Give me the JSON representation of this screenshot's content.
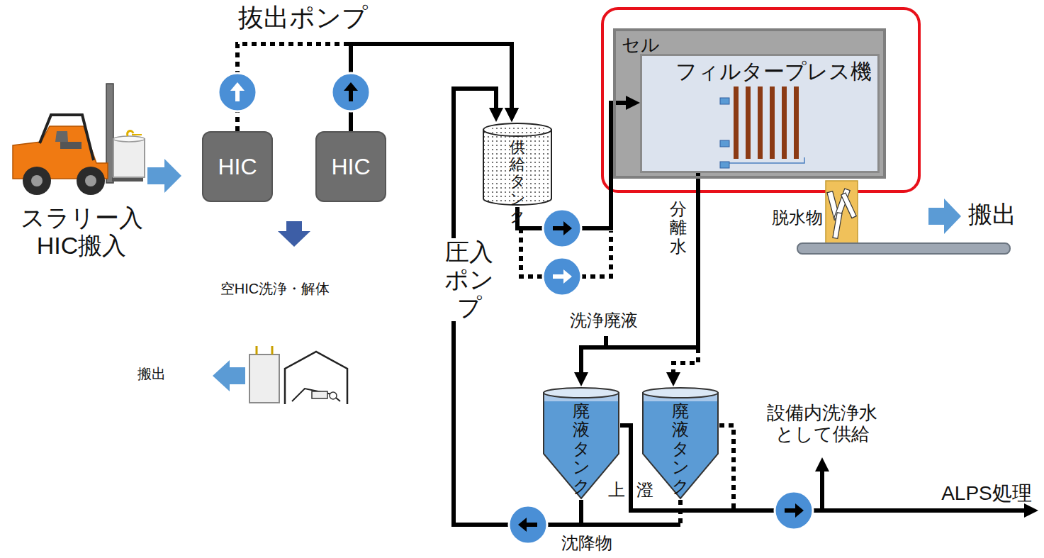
{
  "diagram": {
    "nodes": [
      {
        "text": [
          "HIC"
        ]
      },
      {
        "text": [
          "HIC"
        ]
      },
      {
        "text": [
          "供給タンク"
        ]
      },
      {
        "text": [
          "セル"
        ]
      },
      {
        "text": [
          "フィルタープレス機"
        ],
        "in": 3
      },
      {
        "text": [
          "廃液タンク"
        ]
      },
      {
        "text": [
          "廃液タンク"
        ]
      }
    ],
    "edges": [
      {
        "from": 0,
        "to": 2,
        "arrow": "to"
      },
      {
        "from": 1,
        "to": 2,
        "arrow": "to"
      },
      {
        "from": 2,
        "to": 4,
        "arrow": "to"
      },
      {
        "from": 4,
        "to": 5,
        "arrow": "to",
        "label": "分離水"
      },
      {
        "from": 4,
        "to": 6,
        "arrow": "to"
      },
      {
        "from": 5,
        "to": 2,
        "arrow": "to",
        "label": "沈降物"
      }
    ],
    "labels": [
      "抜出ポンプ",
      "スラリー入 HIC搬入",
      "空HIC洗浄・解体",
      "搬出",
      "圧入 ポンプ",
      "洗浄廃液",
      "脱水物",
      "搬出",
      "上澄",
      "設備内洗浄水 として供給",
      "ALPS処理"
    ]
  }
}
